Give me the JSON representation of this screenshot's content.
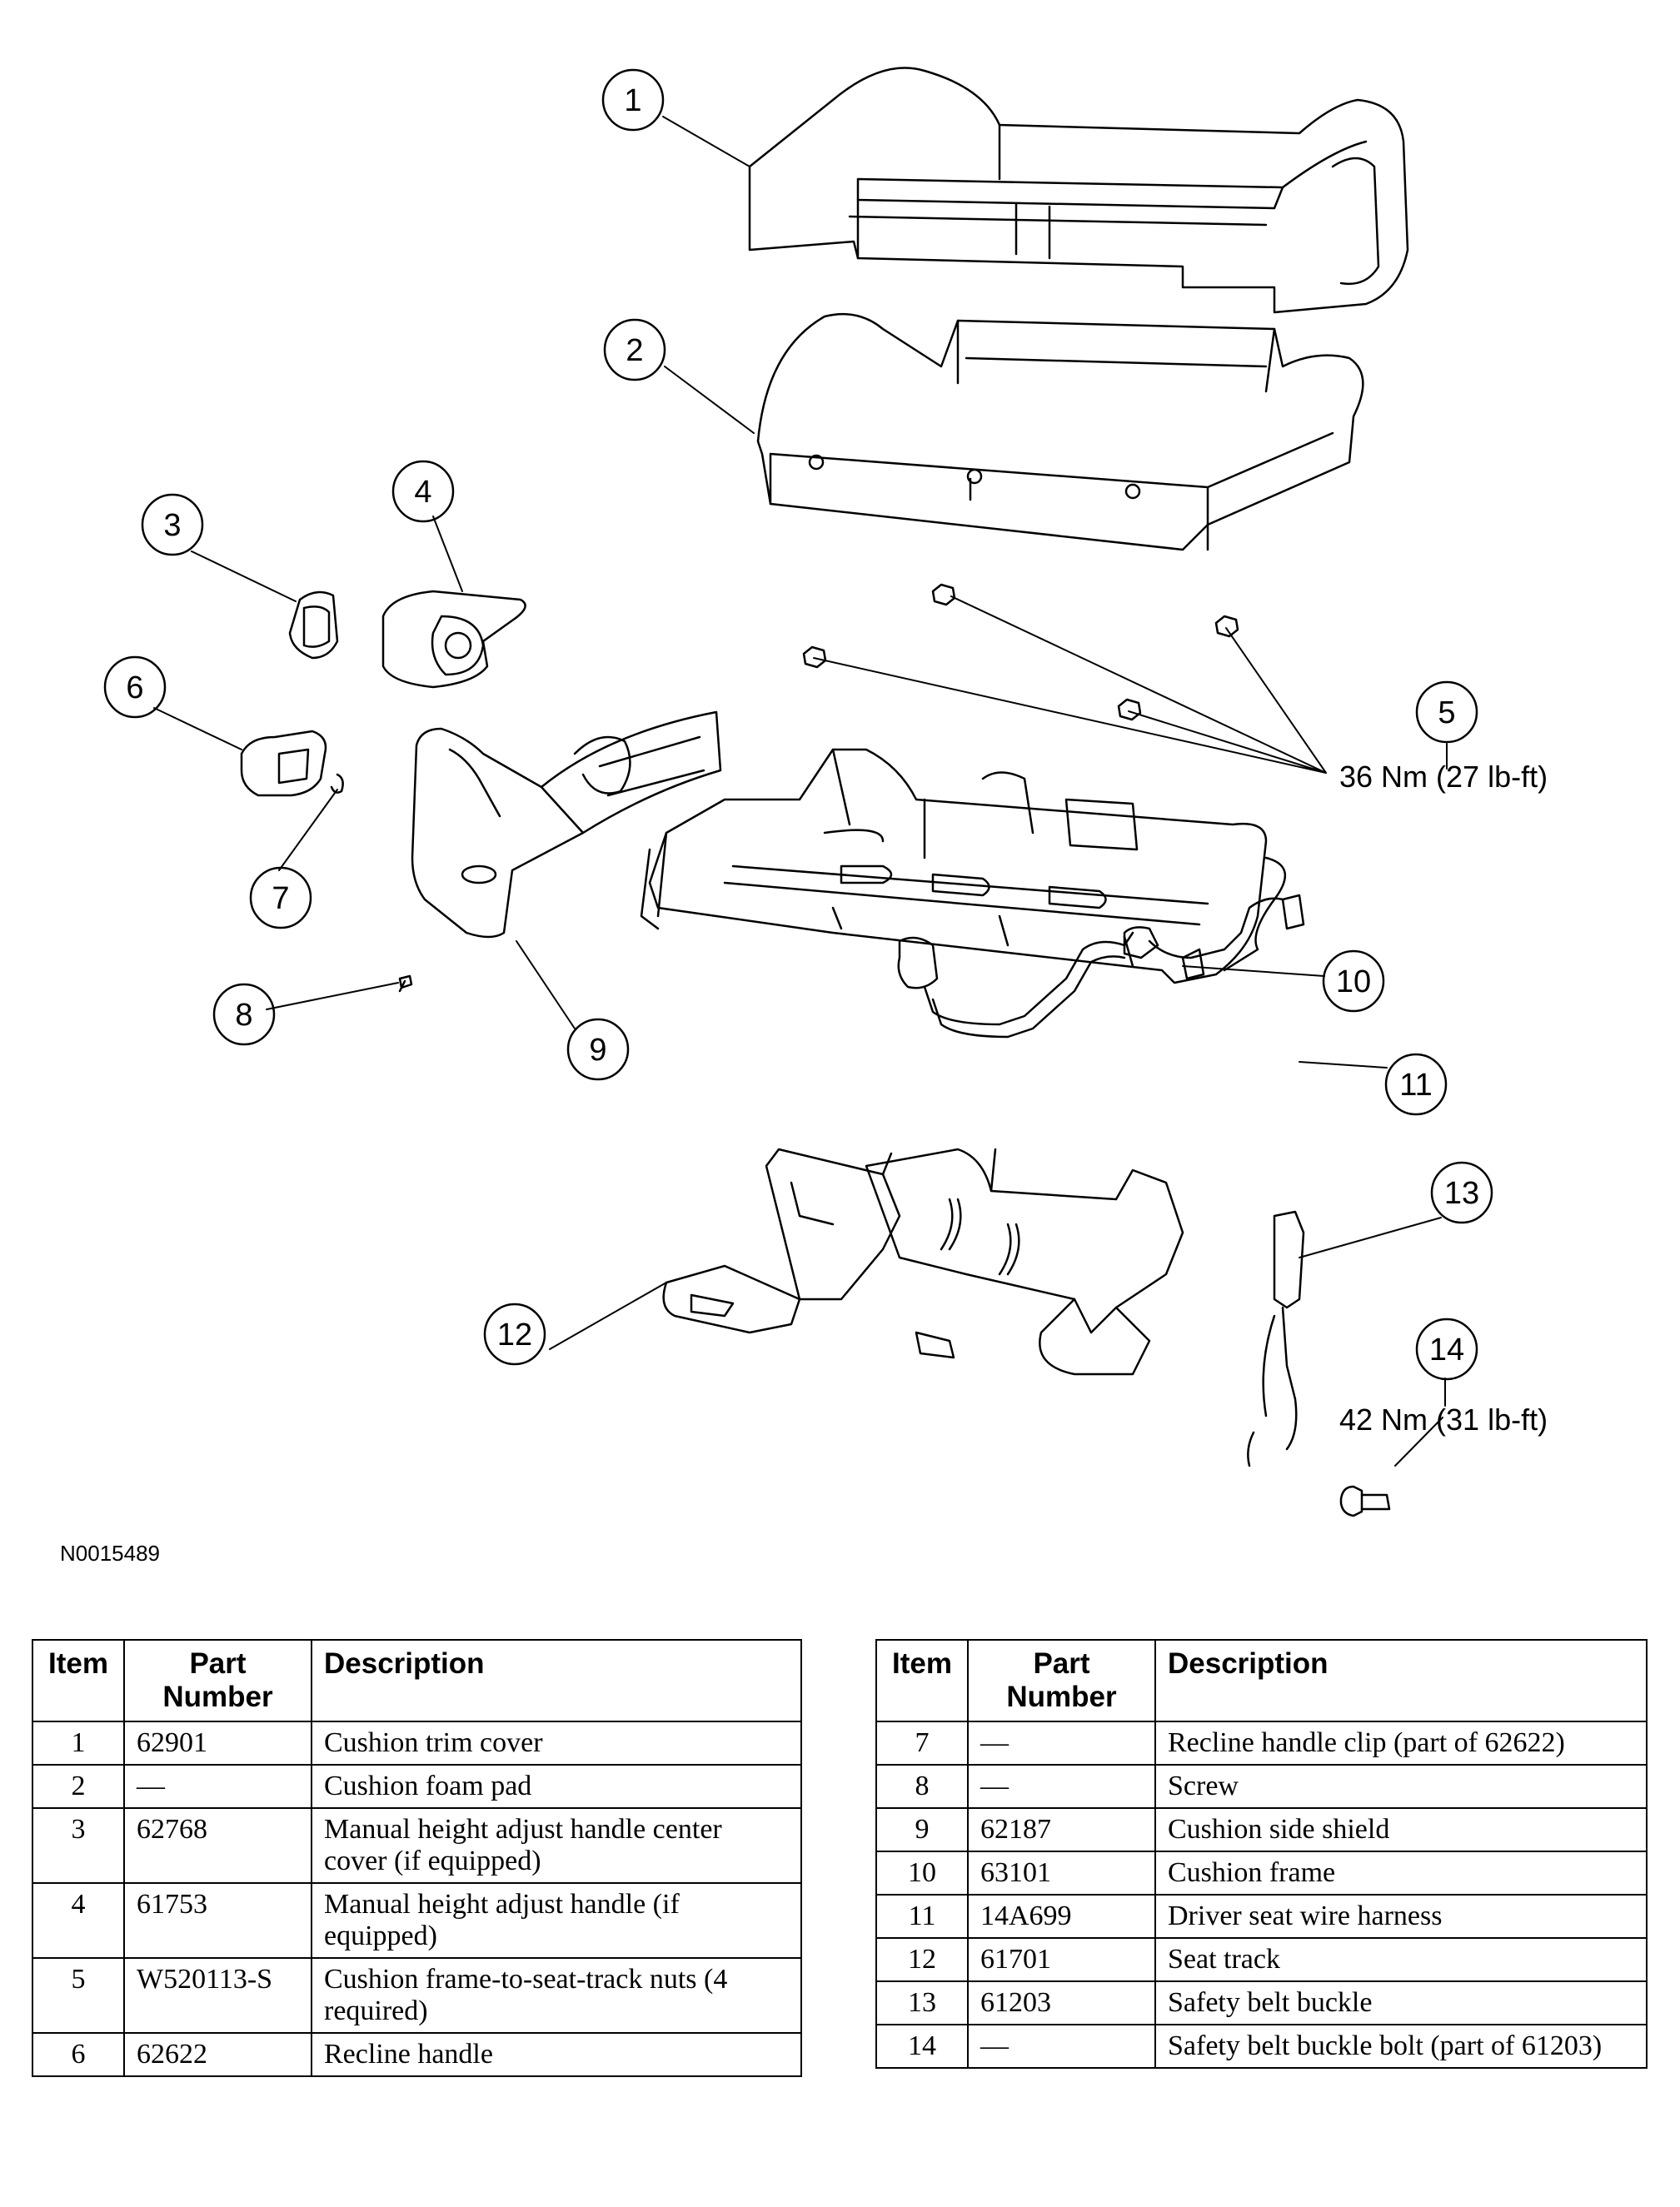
{
  "diagram": {
    "figure_id": "N0015489",
    "callouts": [
      {
        "num": "1"
      },
      {
        "num": "2"
      },
      {
        "num": "3"
      },
      {
        "num": "4"
      },
      {
        "num": "5"
      },
      {
        "num": "6"
      },
      {
        "num": "7"
      },
      {
        "num": "8"
      },
      {
        "num": "9"
      },
      {
        "num": "10"
      },
      {
        "num": "11"
      },
      {
        "num": "12"
      },
      {
        "num": "13"
      },
      {
        "num": "14"
      }
    ],
    "torque_5": "36 Nm (27 lb-ft)",
    "torque_14": "42 Nm (31 lb-ft)"
  },
  "table": {
    "headers": {
      "item": "Item",
      "part_number": "Part Number",
      "description": "Description"
    },
    "left_rows": [
      {
        "item": "1",
        "part": "62901",
        "desc": "Cushion trim cover"
      },
      {
        "item": "2",
        "part": "—",
        "desc": "Cushion foam pad"
      },
      {
        "item": "3",
        "part": "62768",
        "desc": "Manual height adjust handle center cover (if equipped)"
      },
      {
        "item": "4",
        "part": "61753",
        "desc": "Manual height adjust handle (if equipped)"
      },
      {
        "item": "5",
        "part": "W520113-S",
        "desc": "Cushion frame-to-seat-track nuts (4 required)"
      },
      {
        "item": "6",
        "part": "62622",
        "desc": "Recline handle"
      }
    ],
    "right_rows": [
      {
        "item": "7",
        "part": "—",
        "desc": "Recline handle clip (part of 62622)"
      },
      {
        "item": "8",
        "part": "—",
        "desc": "Screw"
      },
      {
        "item": "9",
        "part": "62187",
        "desc": "Cushion side shield"
      },
      {
        "item": "10",
        "part": "63101",
        "desc": "Cushion frame"
      },
      {
        "item": "11",
        "part": "14A699",
        "desc": "Driver seat wire harness"
      },
      {
        "item": "12",
        "part": "61701",
        "desc": "Seat track"
      },
      {
        "item": "13",
        "part": "61203",
        "desc": "Safety belt buckle"
      },
      {
        "item": "14",
        "part": "—",
        "desc": "Safety belt buckle bolt (part of 61203)"
      }
    ]
  }
}
